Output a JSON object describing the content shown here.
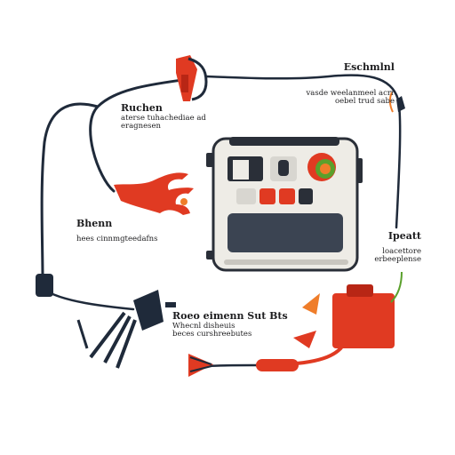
{
  "colors": {
    "cable": "#1f2a3a",
    "accent_red": "#e03a22",
    "accent_orange": "#ef7d2a",
    "device_body": "#eeece6",
    "device_frame": "#2a2f38",
    "screen": "#3b4452",
    "probe_green": "#5aa02c"
  },
  "labels": {
    "top_left": {
      "heading": "Ruchen",
      "line1": "aterse tuhachediae ad",
      "line2": "eragnesen"
    },
    "top_right": {
      "heading": "Eschmlnl",
      "line1": "vasde weelanmeel acrr",
      "line2": "oebel trud sabe"
    },
    "left": {
      "heading": "Bhenn",
      "line1": "hees cinnmgteedafns"
    },
    "right": {
      "heading": "Ipeatt",
      "line1": "loacettore",
      "line2": "erbeeplense"
    },
    "bottom": {
      "heading": "Roeo eimenn  Sut Bts",
      "line1": "Whecnl disheuis",
      "line2": "beces curshreebutes"
    }
  },
  "icons": [
    "top-connector-icon",
    "hand-clamp-icon",
    "device-icon",
    "probe-icon",
    "plug-connector-icon",
    "cable-end-icon",
    "jack-plug-icon"
  ]
}
